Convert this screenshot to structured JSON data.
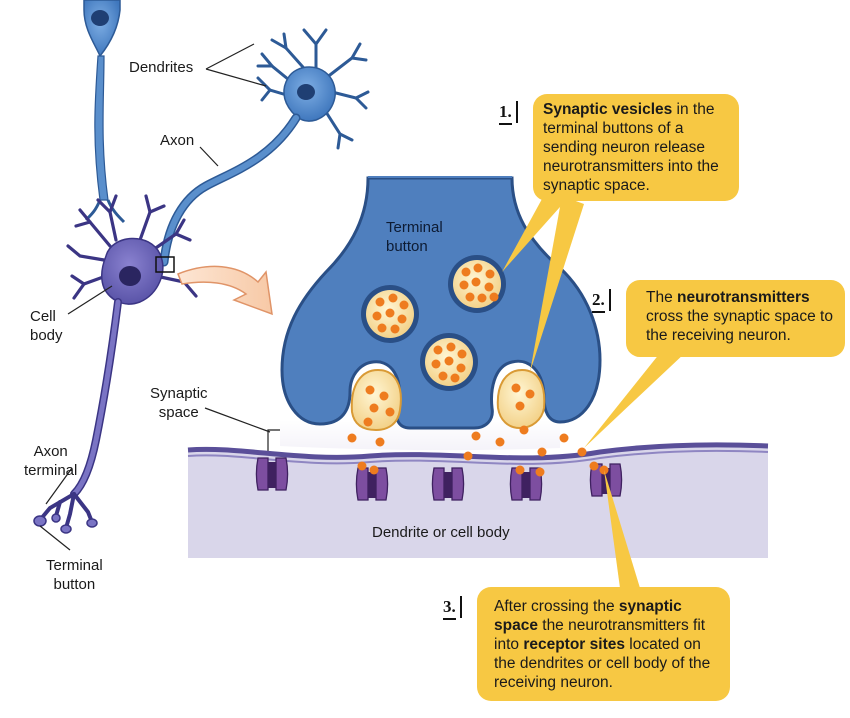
{
  "labels": {
    "dendrites": "Dendrites",
    "axon": "Axon",
    "cell_body_line1": "Cell",
    "cell_body_line2": "body",
    "synaptic_space_line1": "Synaptic",
    "synaptic_space_line2": "space",
    "axon_terminal_line1": "Axon",
    "axon_terminal_line2": "terminal",
    "terminal_button_left_line1": "Terminal",
    "terminal_button_left_line2": "button",
    "terminal_button_main_line1": "Terminal",
    "terminal_button_main_line2": "button",
    "dendrite_or_cell_body": "Dendrite or cell body"
  },
  "steps": [
    {
      "number": "1.",
      "bold_lead": "Synaptic vesicles",
      "text_a": " in the terminal buttons of a sending neuron release neurotransmitters into the synaptic space."
    },
    {
      "number": "2.",
      "text_lead": "The ",
      "bold_a": "neurotransmitters",
      "text_a": " cross the synaptic space to the receiving neuron."
    },
    {
      "number": "3.",
      "text_lead": "After crossing the ",
      "bold_a": "synaptic space",
      "text_a": " the neurotransmitters fit into ",
      "bold_b": "receptor sites",
      "text_b": " located on the dendrites or cell body of the receiving neuron."
    }
  ],
  "colors": {
    "neuron_blue": "#5a8fcc",
    "neuron_purple": "#6e6ab8",
    "terminal_fill": "#4f7fbe",
    "vesicle_orange": "#ee7c1f",
    "callout_yellow": "#f7c843",
    "membrane": "#6d62a9",
    "receptor": "#7d4ea0"
  }
}
